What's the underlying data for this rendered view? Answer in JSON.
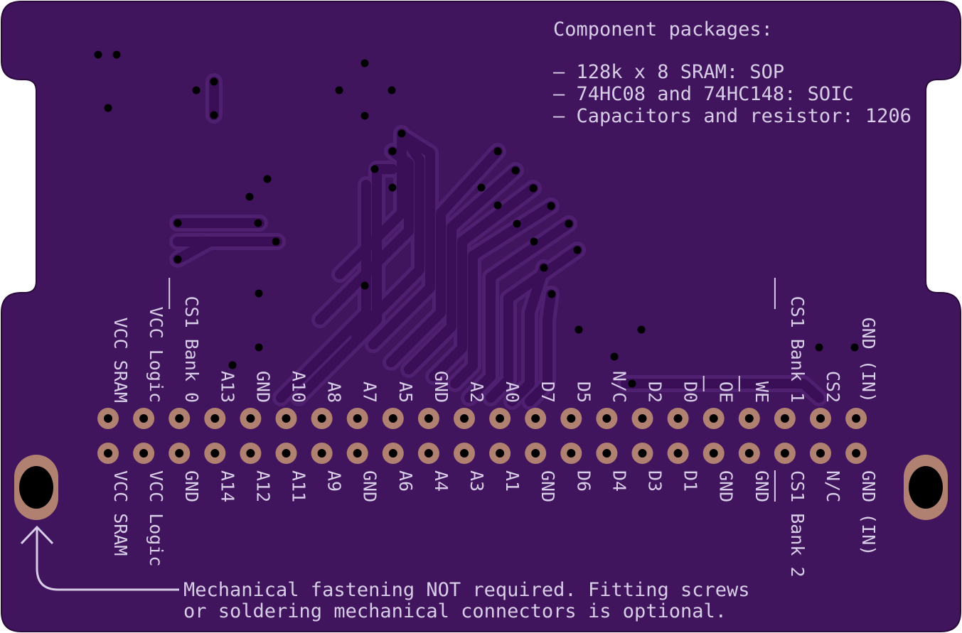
{
  "colors": {
    "board": "#41155e",
    "trace": "#3a0f57",
    "trace_edge": "#4f1f70",
    "silkscreen": "#d7cde6",
    "pad_copper": "#b08070",
    "hole": "#000000"
  },
  "notes": {
    "packages_title": "Component packages:",
    "packages_line1": "– 128k x 8 SRAM: SOP",
    "packages_line2": "– 74HC08 and 74HC148: SOIC",
    "packages_line3": "– Capacitors and resistor: 1206",
    "fastening_line1": "Mechanical fastening NOT required. Fitting screws",
    "fastening_line2": "or soldering mechanical connectors is optional."
  },
  "top_row_labels": [
    "VCC SRAM",
    "VCC Logic",
    "CS1 Bank 0",
    "A13",
    "GND",
    "A10",
    "A8",
    "A7",
    "A5",
    "GND",
    "A2",
    "A0",
    "D7",
    "D5",
    "N/C",
    "D2",
    "D0",
    "OE",
    "WE",
    "CS1 Bank 1",
    "CS2",
    "GND (IN)"
  ],
  "bottom_row_labels": [
    "VCC SRAM",
    "VCC Logic",
    "GND",
    "A14",
    "A12",
    "A11",
    "A9",
    "GND",
    "A6",
    "A4",
    "A3",
    "A1",
    "GND",
    "D6",
    "D4",
    "D3",
    "D1",
    "GND",
    "GND",
    "CS1 Bank 2",
    "N/C",
    "GND (IN)"
  ]
}
